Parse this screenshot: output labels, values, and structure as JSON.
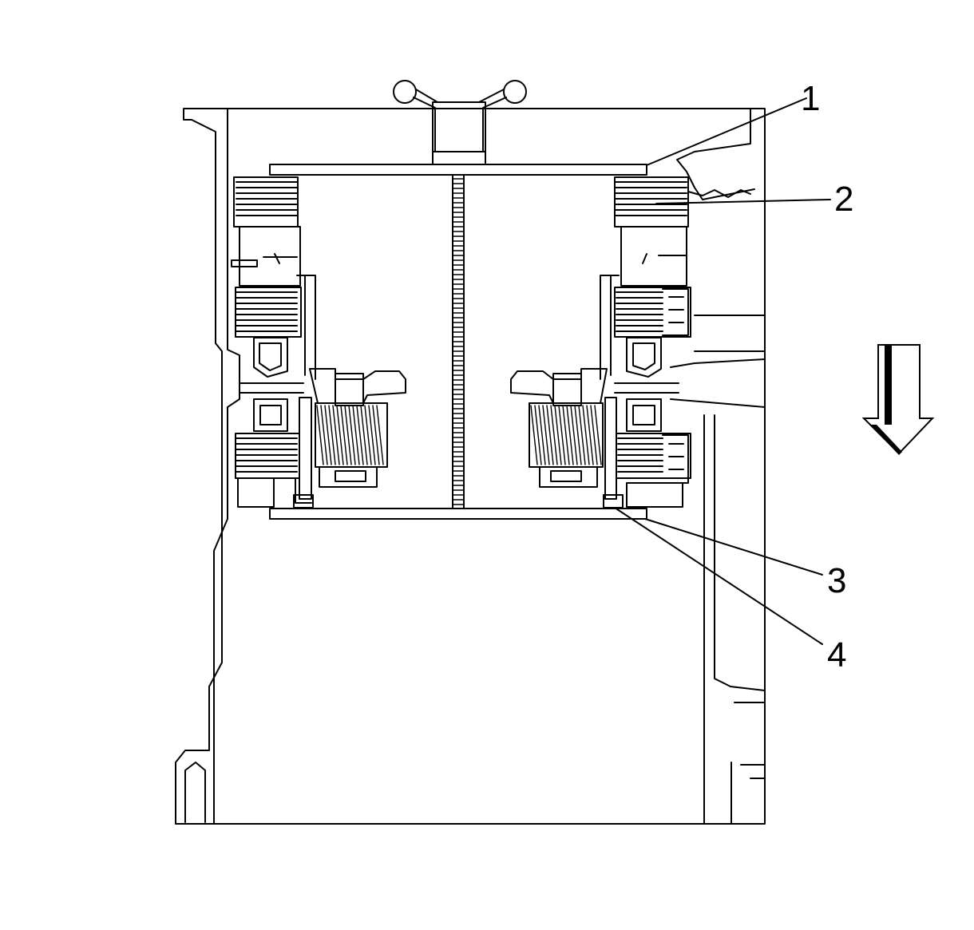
{
  "callouts": {
    "c1": "1",
    "c2": "2",
    "c3": "3",
    "c4": "4"
  },
  "direction_arrow": "down",
  "colors": {
    "line": "#000000",
    "background": "#ffffff"
  }
}
